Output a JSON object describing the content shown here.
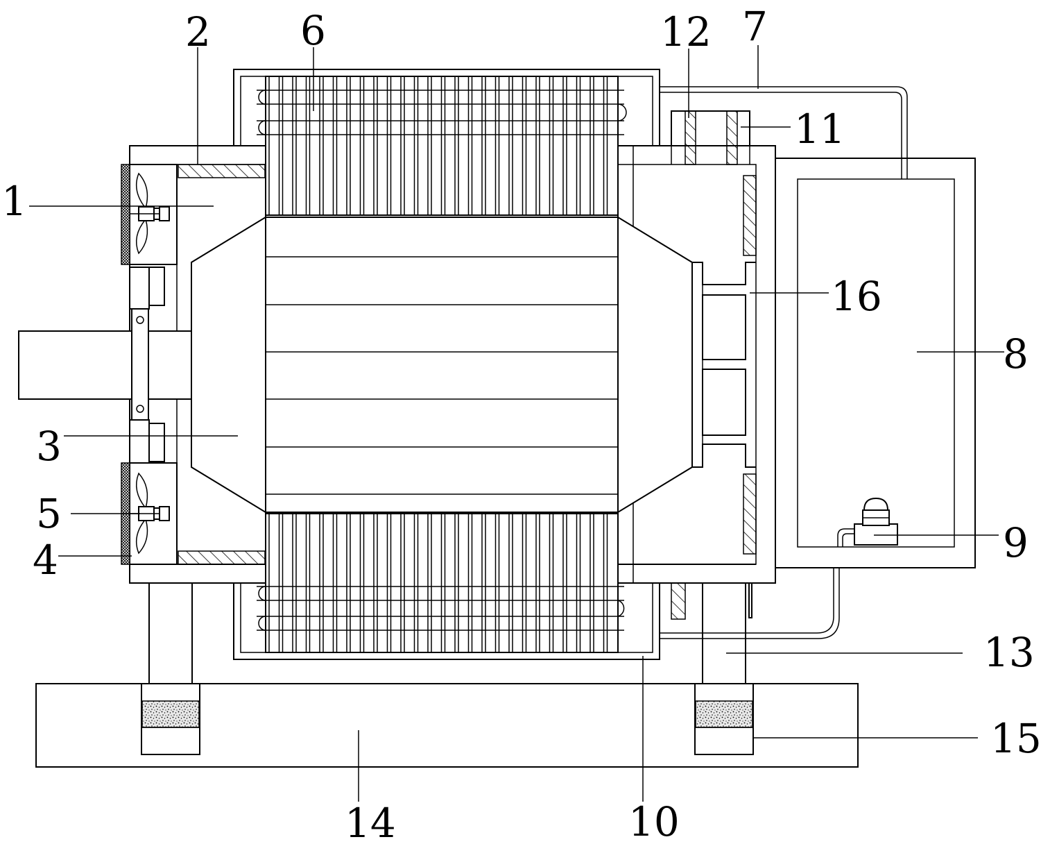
{
  "diagram_data": {
    "labels": [
      "1",
      "2",
      "3",
      "4",
      "5",
      "6",
      "7",
      "8",
      "9",
      "10",
      "11",
      "12",
      "13",
      "14",
      "15",
      "16"
    ]
  }
}
